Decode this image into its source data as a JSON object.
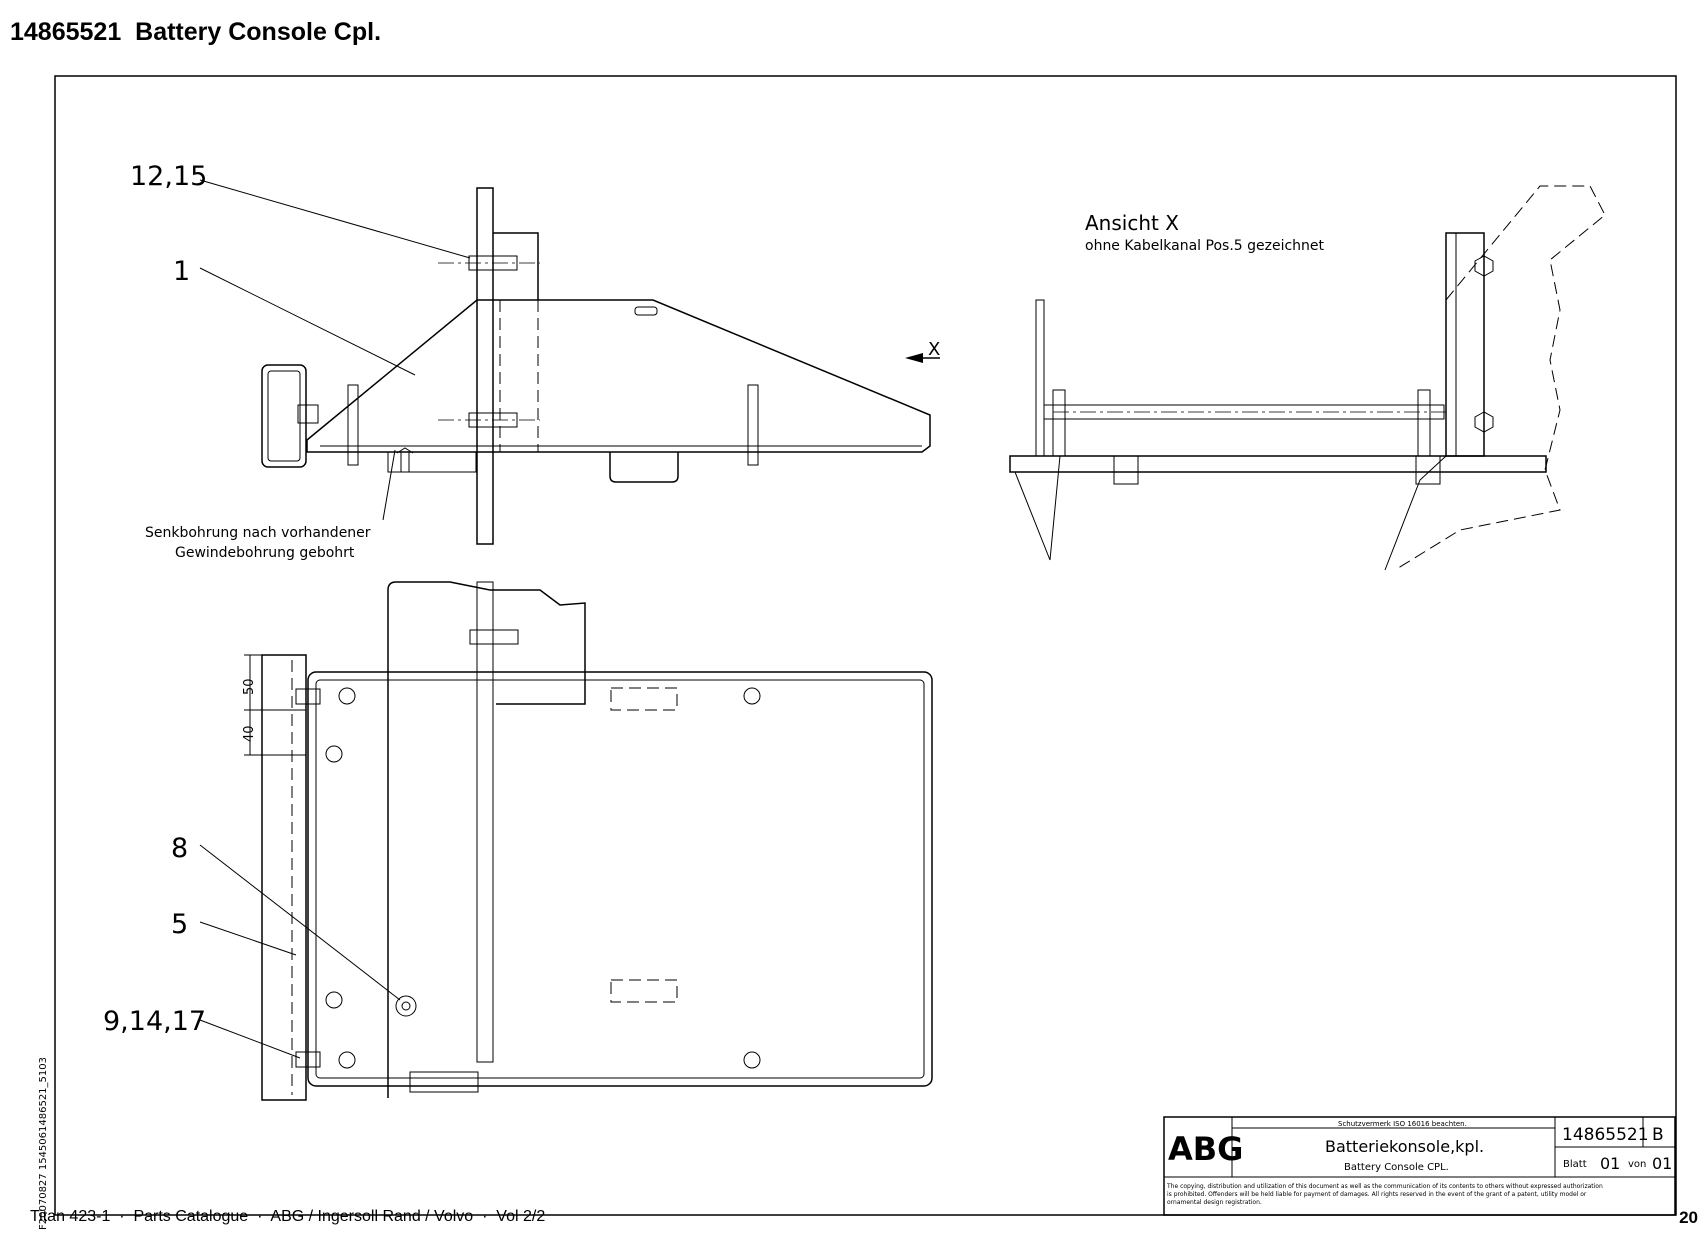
{
  "header": {
    "part_number": "14865521",
    "title": "Battery Console Cpl."
  },
  "drawing": {
    "callouts": [
      "12,15",
      "1",
      "8",
      "5",
      "9,14,17"
    ],
    "view_label": "Ansicht X",
    "view_note": "ohne Kabelkanal Pos.5 gezeichnet",
    "arrow_label": "X",
    "note_line1": "Senkbohrung nach vorhandener",
    "note_line2": "Gewindebohrung gebohrt",
    "dim_50": "50",
    "dim_40": "40",
    "side_code": "F20070827 1545061486521_5103"
  },
  "title_block": {
    "logo": "ABG",
    "notice": "Schutzvermerk ISO 16016 beachten.",
    "title_de": "Batteriekonsole,kpl.",
    "title_en": "Battery Console CPL.",
    "drawing_no": "14865521",
    "revision": "B",
    "sheet_label": "Blatt",
    "sheet": "01",
    "of_label": "von",
    "total": "01",
    "copyright_1": "The copying, distribution and utilization of this document as well as the communication of its contents to others without expressed authorization",
    "copyright_2": "is prohibited. Offenders will be held liable for payment of damages. All rights reserved in the event of the grant of a patent, utility model or",
    "copyright_3": "ornamental design registration."
  },
  "footer": {
    "text": "Titan 423-1  ·  Parts Catalogue  ·  ABG / Ingersoll Rand / Volvo  ·  Vol 2/2",
    "page": "20"
  }
}
